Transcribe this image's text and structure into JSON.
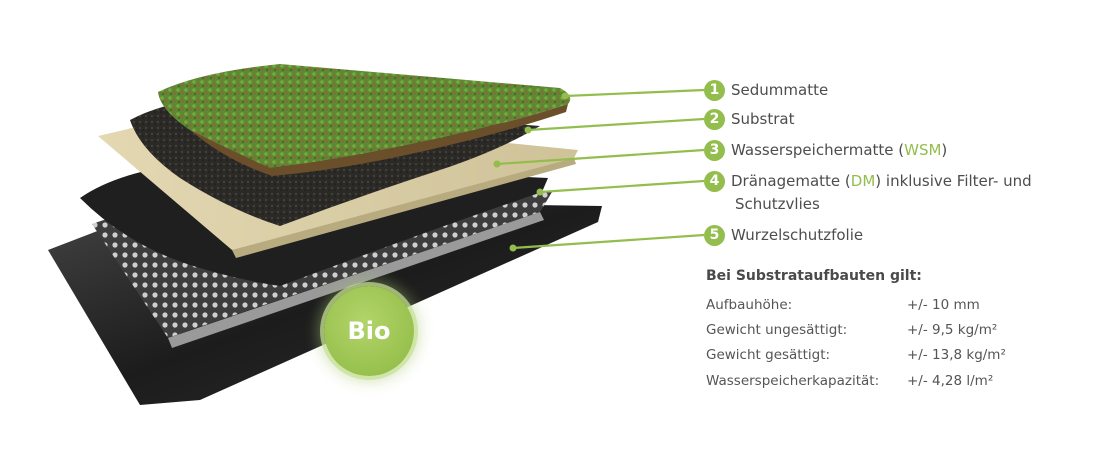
{
  "layers": [
    {
      "number": "1",
      "label": "Sedummatte"
    },
    {
      "number": "2",
      "label": "Substrat"
    },
    {
      "number": "3",
      "label_pre": "Wasserspeichermatte (",
      "abbr": "WSM",
      "label_post": ")"
    },
    {
      "number": "4",
      "label_pre": "Dränagematte (",
      "abbr": "DM",
      "label_post": ") inklusive Filter- und",
      "label_line2": "Schutzvlies"
    },
    {
      "number": "5",
      "label": "Wurzelschutzfolie"
    }
  ],
  "badge": "Bio",
  "specs": {
    "title": "Bei Substrataufbauten gilt:",
    "rows": [
      {
        "label": "Aufbauhöhe:",
        "value": "+/- 10 mm"
      },
      {
        "label": "Gewicht ungesättigt:",
        "value": "+/- 9,5 kg/m²"
      },
      {
        "label": "Gewicht gesättigt:",
        "value": "+/- 13,8 kg/m²"
      },
      {
        "label": "Wasserspeicherkapazität:",
        "value": "+/- 4,28 l/m²"
      }
    ]
  },
  "colors": {
    "accent_green": "#93bd4c",
    "foil": "#1c1c1c",
    "drainage": "#3a3a3a",
    "fleece": "#222222",
    "wsm": "#d9cca3",
    "substrate": "#2b2a28",
    "sedum": "#5f8a36"
  }
}
